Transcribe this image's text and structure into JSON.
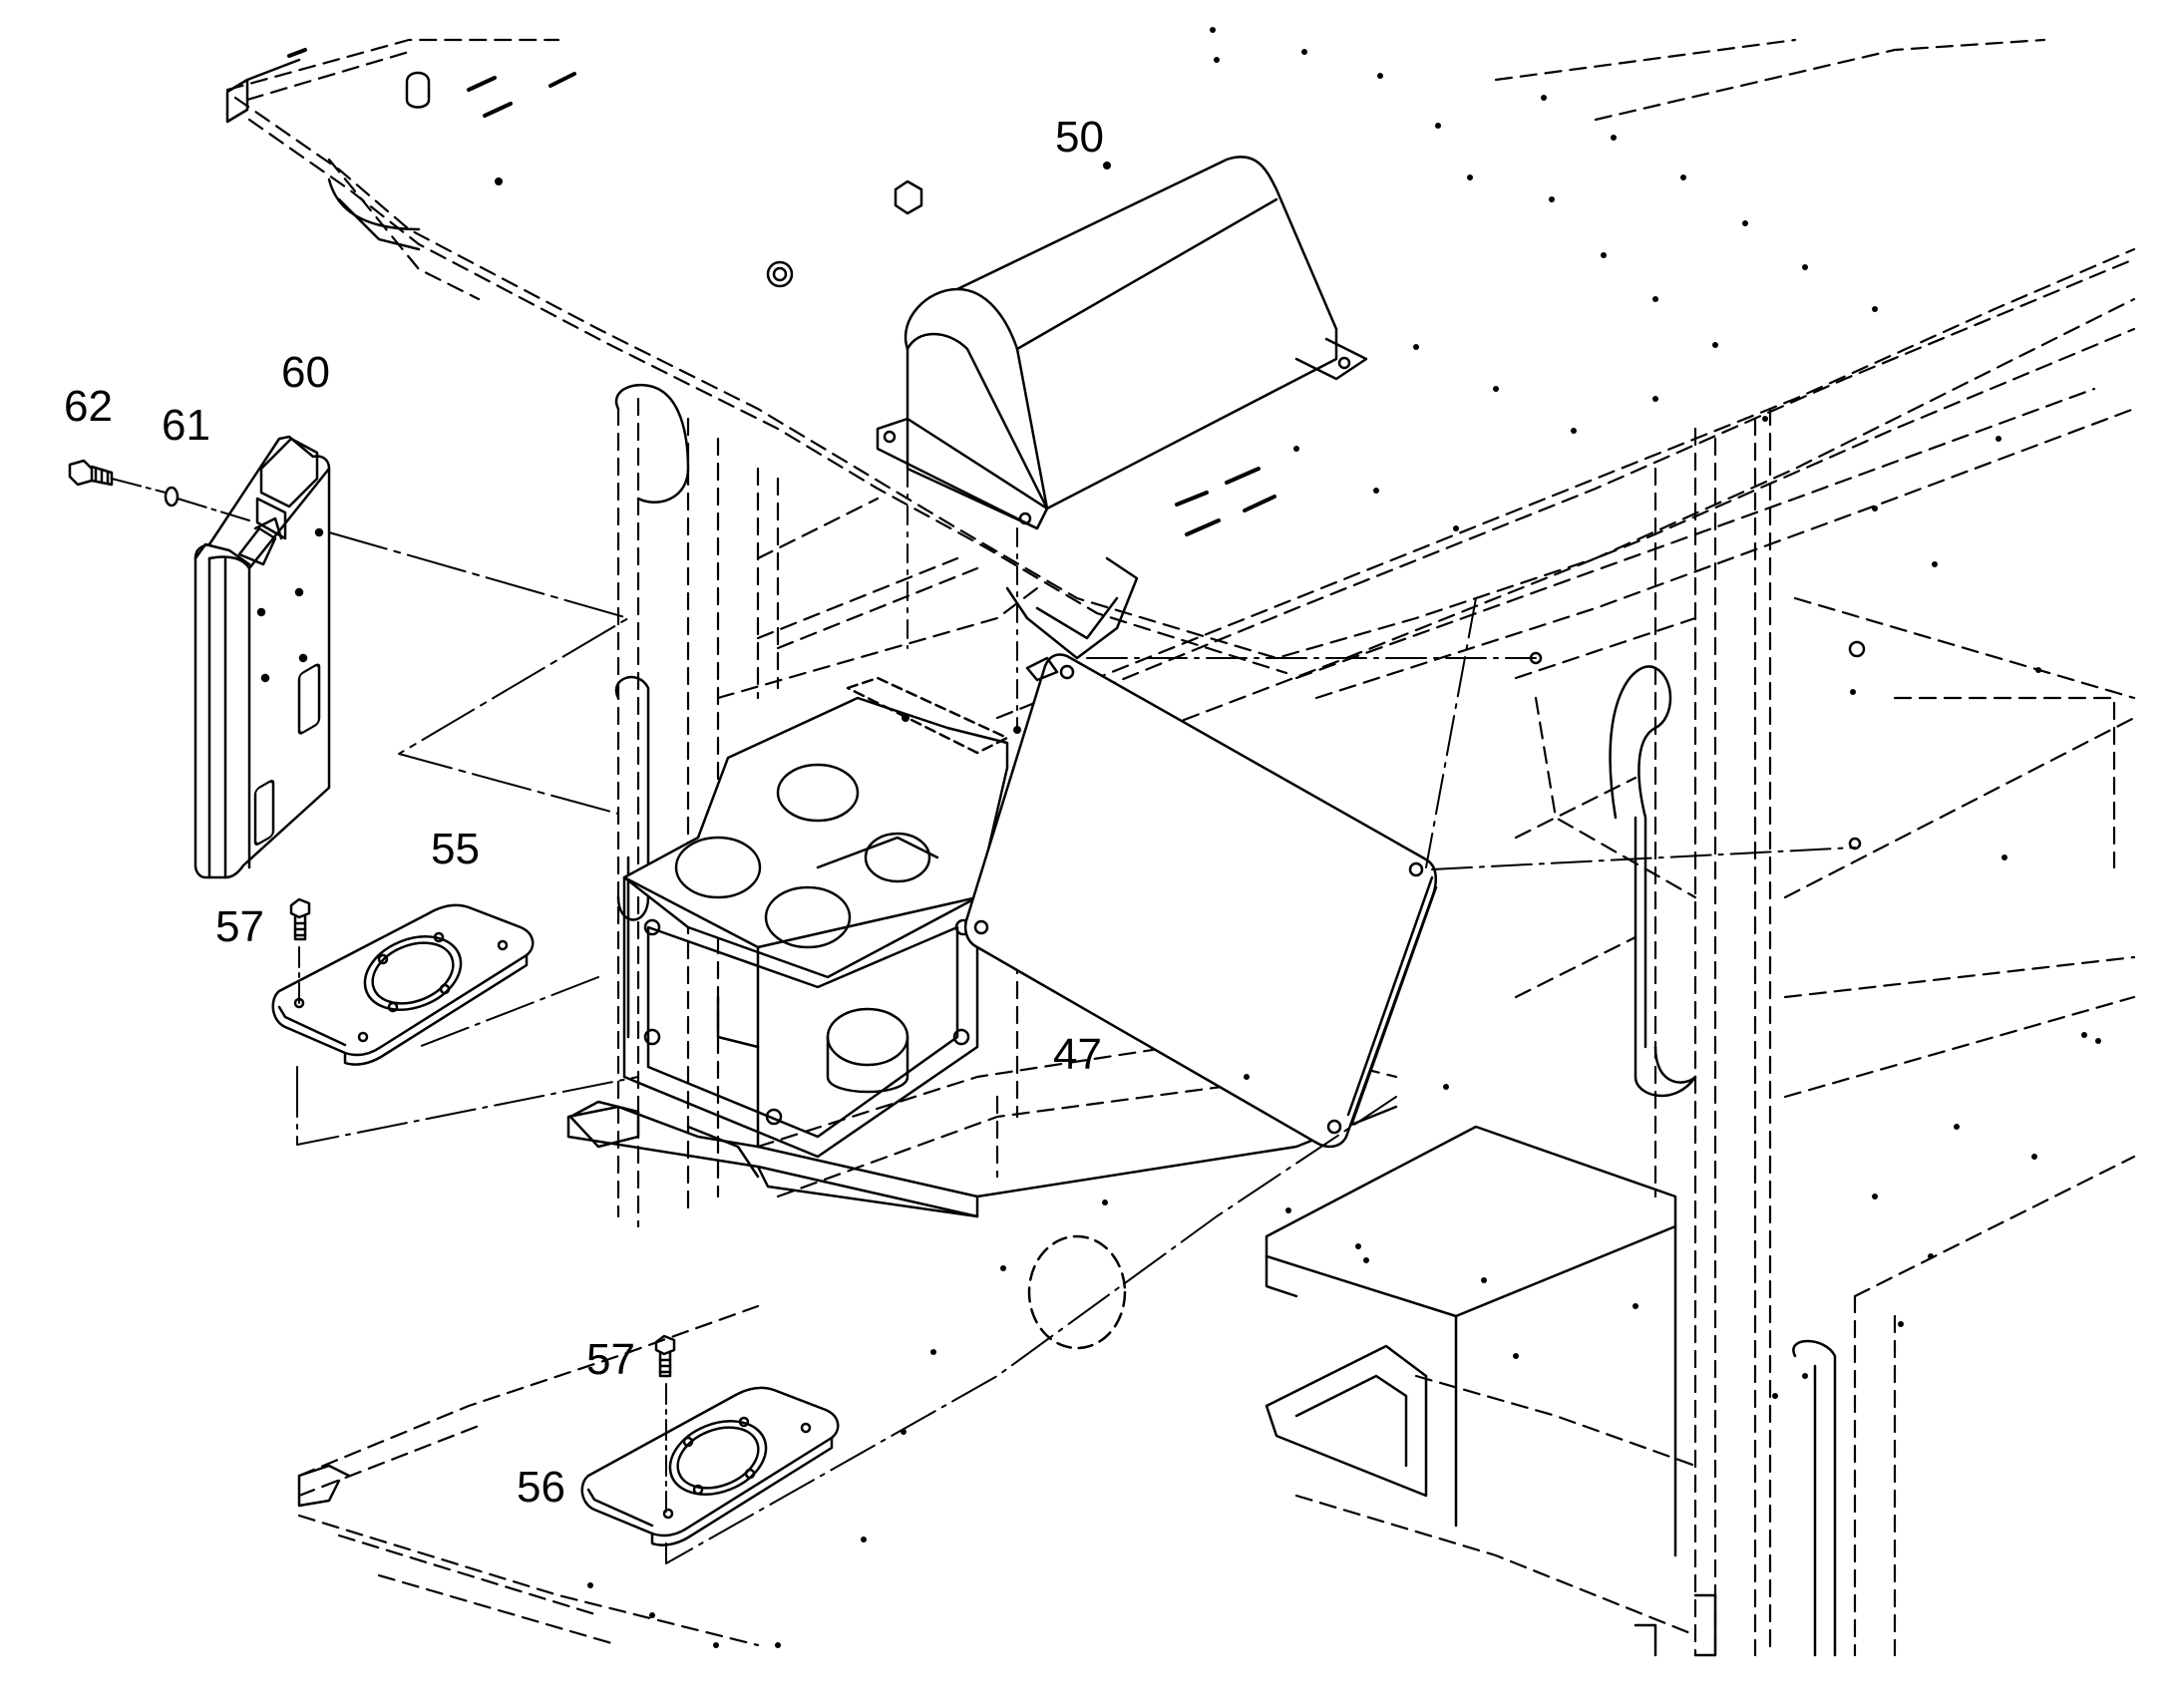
{
  "callouts": {
    "c50": "50",
    "c60": "60",
    "c62": "62",
    "c61": "61",
    "c55": "55",
    "c57a": "57",
    "c47": "47",
    "c57b": "57",
    "c56": "56"
  },
  "colors": {
    "line": "#000000",
    "background": "#ffffff",
    "panel_fill": "#ffffff"
  }
}
